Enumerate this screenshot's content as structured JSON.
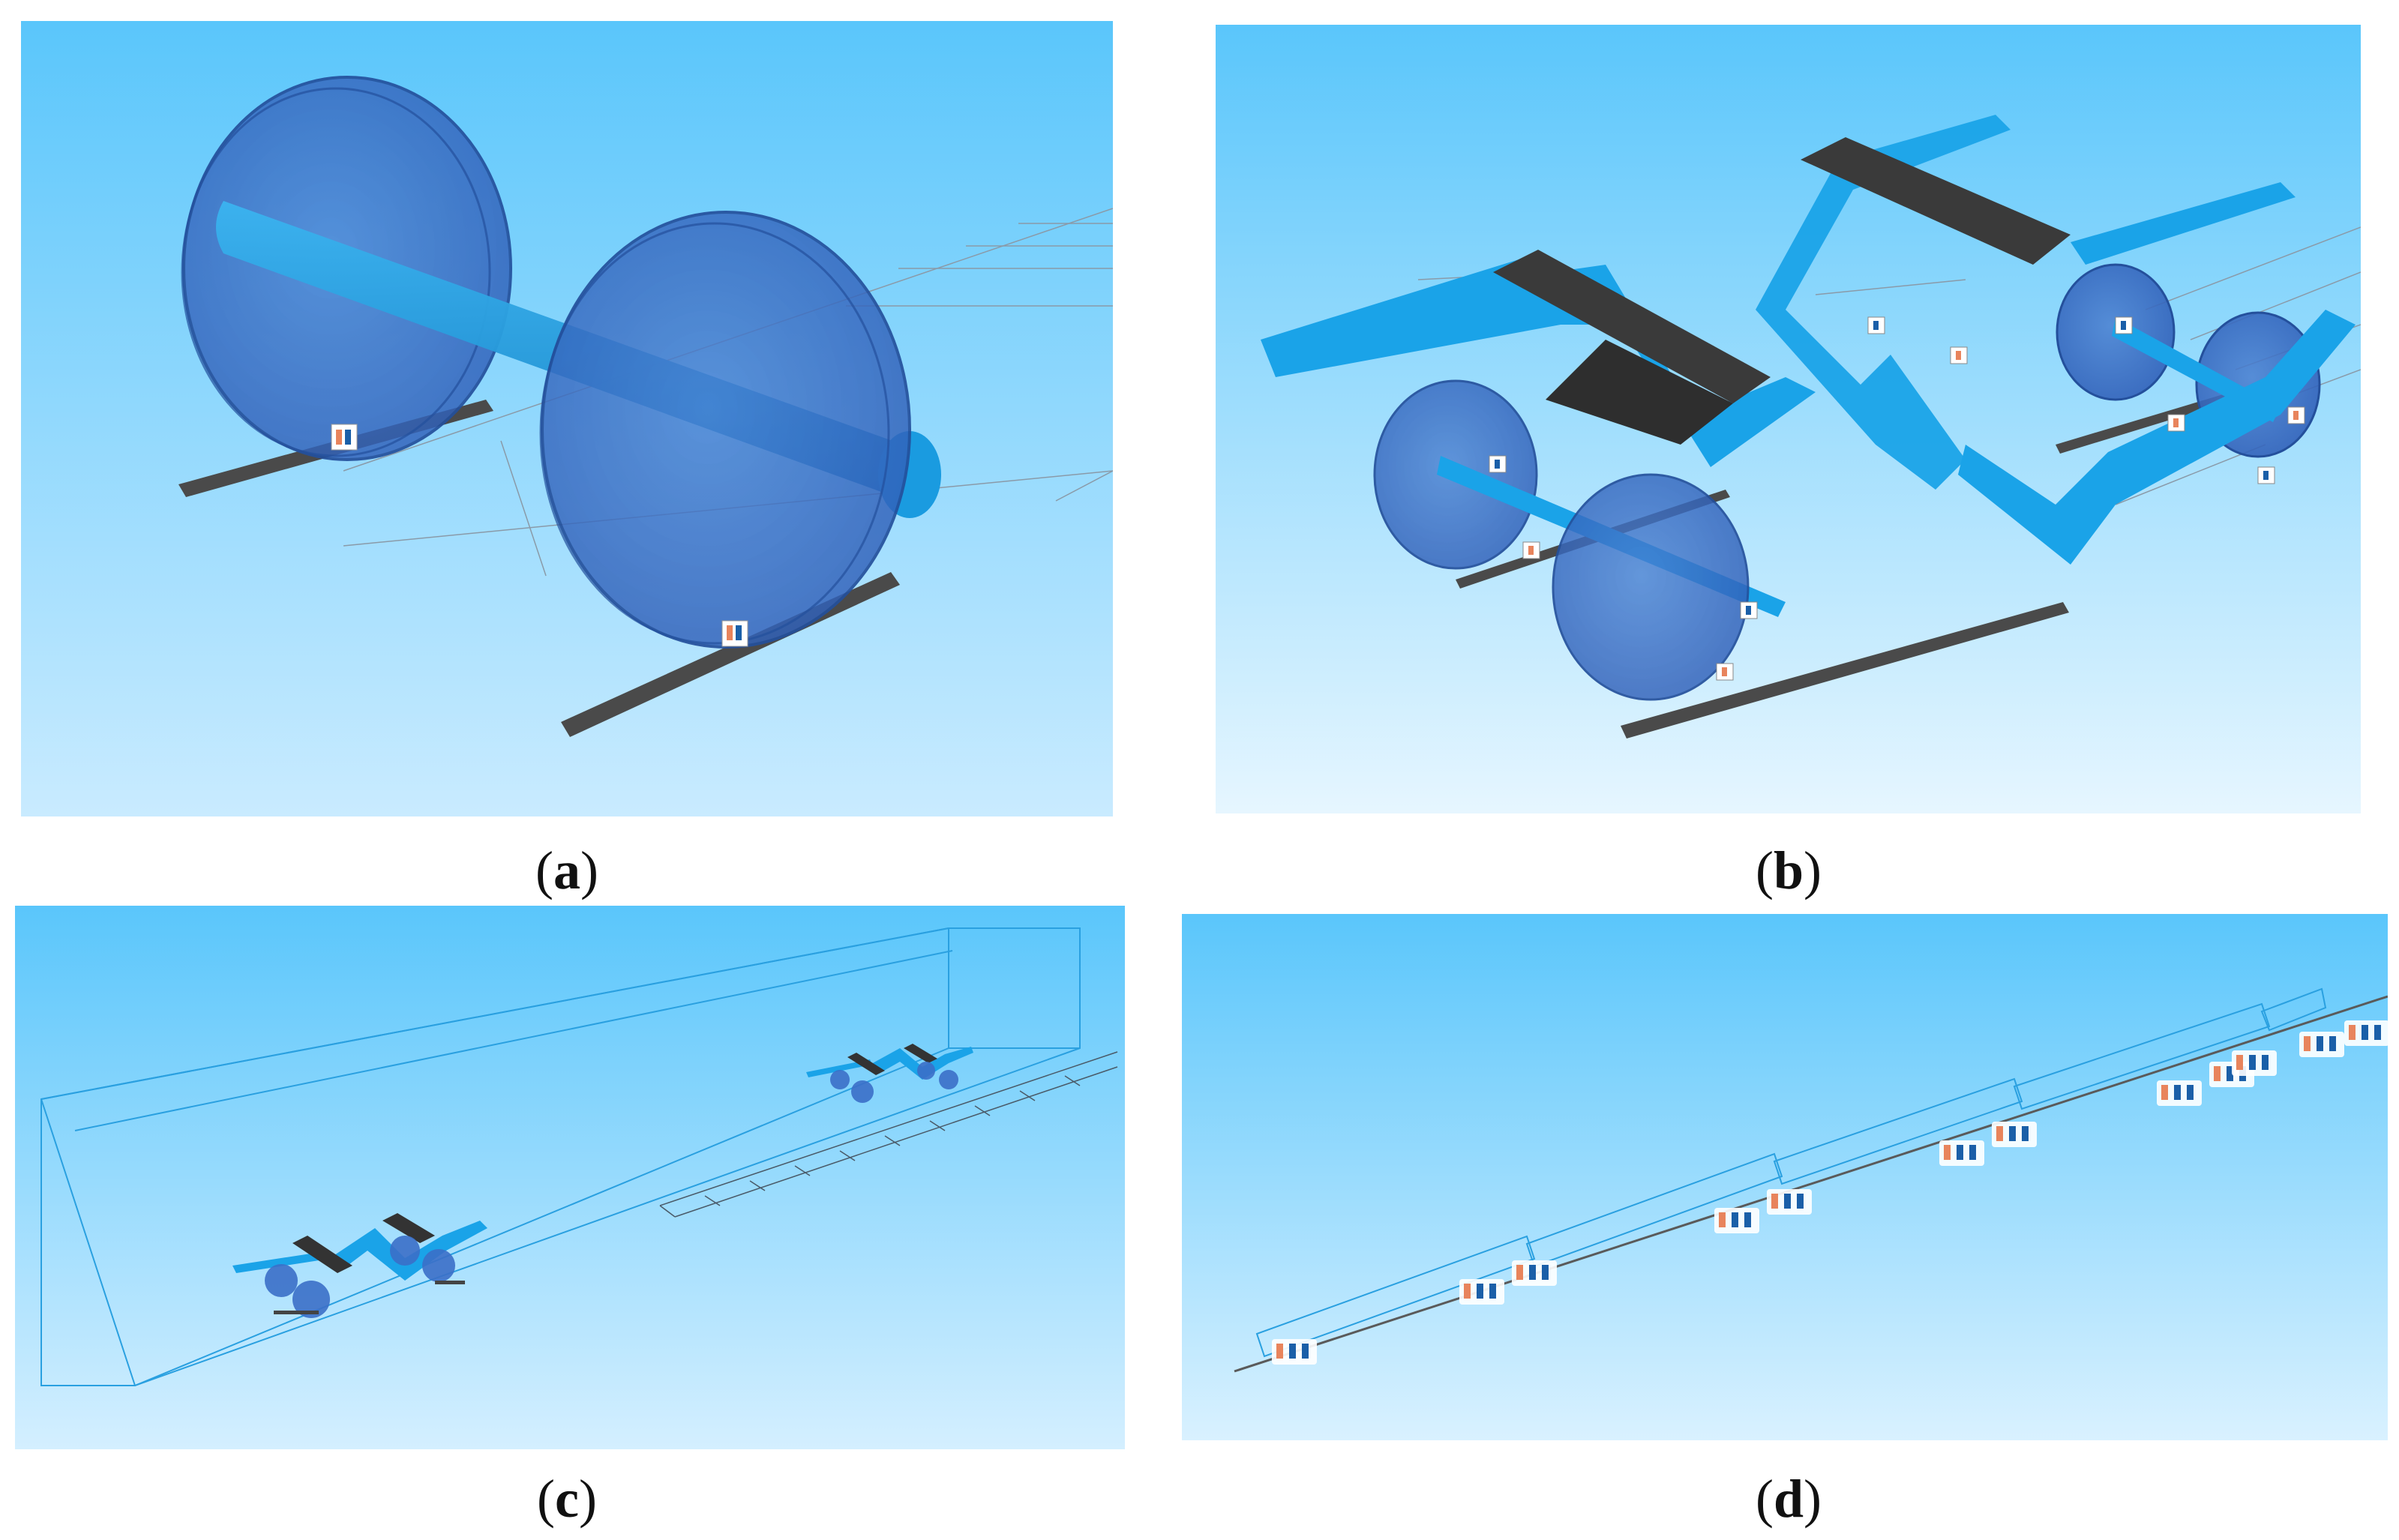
{
  "figure": {
    "panels": [
      {
        "id": "a",
        "caption": "a",
        "content": "wheelset-view"
      },
      {
        "id": "b",
        "caption": "b",
        "content": "bogie-view"
      },
      {
        "id": "c",
        "caption": "c",
        "content": "vehicle-in-track-view"
      },
      {
        "id": "d",
        "caption": "d",
        "content": "train-overview"
      }
    ],
    "captions": {
      "a": "a",
      "b": "b",
      "c": "c",
      "d": "d"
    },
    "colors": {
      "sky_top": "#5ac6fb",
      "sky_bottom": "#d4efff",
      "body_blue": "#1aa3e8",
      "wheel_blue": "#3b6fc8",
      "rail_gray": "#4a4a4a",
      "beam_gray": "#3a3a3a",
      "grid_line": "#8a9aa8",
      "marker_orange": "#e8845c",
      "marker_blue": "#1a5fa8"
    },
    "icons": [
      "body-marker-icon",
      "joint-marker-icon"
    ]
  }
}
